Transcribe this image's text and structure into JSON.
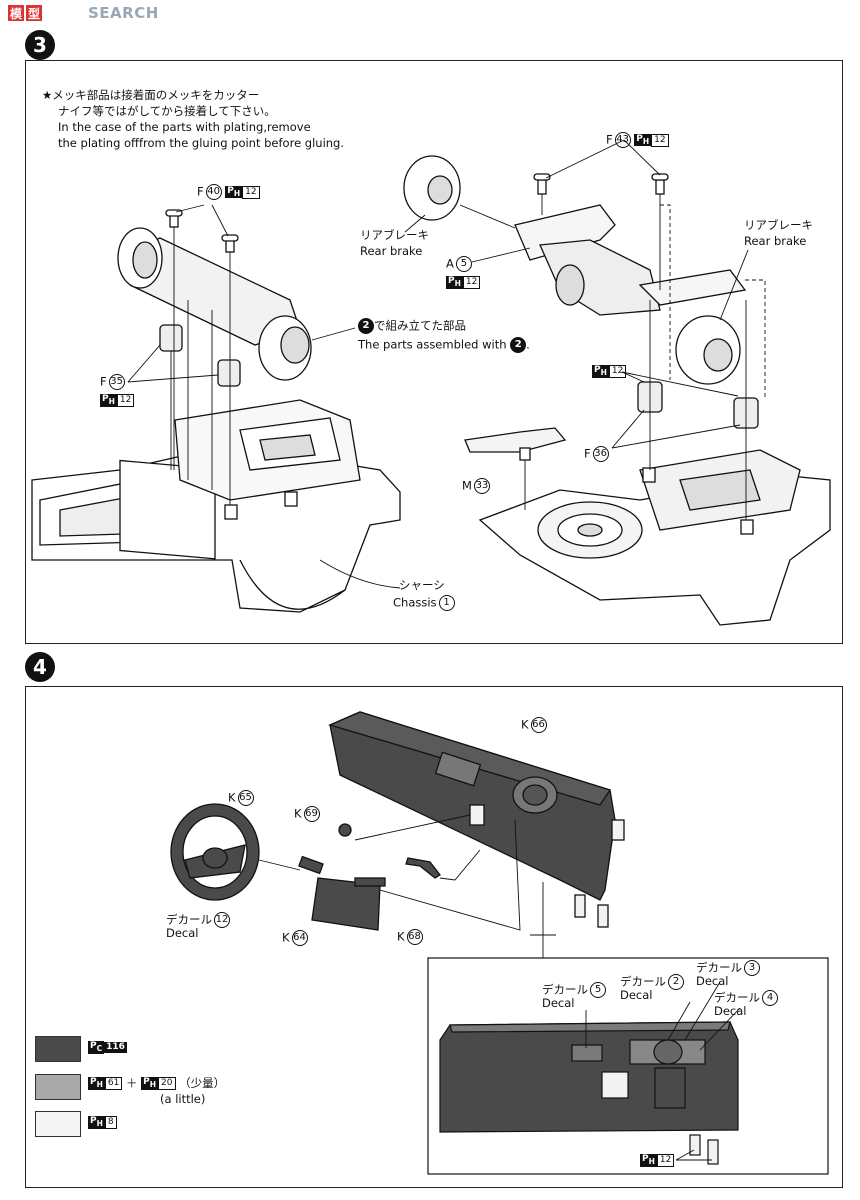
{
  "watermark": {
    "text": "SEARCH"
  },
  "step3": {
    "number": "3",
    "note_jp_1": "★メッキ部品は接着面のメッキをカッター",
    "note_jp_2": "ナイフ等ではがしてから接着して下さい。",
    "note_en_1": "In the case of the parts with plating,remove",
    "note_en_2": "the plating offfrom the gluing point before gluing.",
    "part_f40": {
      "letter": "F",
      "num": "40",
      "paint": "12"
    },
    "part_f35": {
      "letter": "F",
      "num": "35",
      "paint": "12"
    },
    "assembled_jp": "で組み立てた部品",
    "assembled_en": "The parts assembled with",
    "assembled_step": "2",
    "chassis_jp": "シャーシ",
    "chassis_en": "Chassis",
    "chassis_num": "1",
    "part_f43": {
      "letter": "F",
      "num": "43",
      "paint": "12"
    },
    "rear_brake_left_jp": "リアブレーキ",
    "rear_brake_left_en": "Rear brake",
    "rear_brake_right_jp": "リアブレーキ",
    "rear_brake_right_en": "Rear brake",
    "part_a5": {
      "letter": "A",
      "num": "5",
      "paint": "12"
    },
    "paint_f36": "12",
    "part_f36": {
      "letter": "F",
      "num": "36"
    },
    "part_m33": {
      "letter": "M",
      "num": "33"
    }
  },
  "step4": {
    "number": "4",
    "k66": {
      "letter": "K",
      "num": "66"
    },
    "k65": {
      "letter": "K",
      "num": "65"
    },
    "k69": {
      "letter": "K",
      "num": "69"
    },
    "k64": {
      "letter": "K",
      "num": "64"
    },
    "k68": {
      "letter": "K",
      "num": "68"
    },
    "decal12_jp": "デカール",
    "decal12_en": "Decal",
    "decal12_num": "12",
    "inset": {
      "decal5_jp": "デカール",
      "decal5_en": "Decal",
      "decal5_num": "5",
      "decal2_jp": "デカール",
      "decal2_en": "Decal",
      "decal2_num": "2",
      "decal3_jp": "デカール",
      "decal3_en": "Decal",
      "decal3_num": "3",
      "decal4_jp": "デカール",
      "decal4_en": "Decal",
      "decal4_num": "4",
      "paint_bottom": "12"
    },
    "legend": [
      {
        "color": "#4a4a4a",
        "label_sub": "C",
        "label_num": "116"
      },
      {
        "color": "#a9a9a9",
        "label_sub": "H",
        "label_num": "61",
        "plus": "＋",
        "label_sub2": "H",
        "label_num2": "20",
        "jp": "（少量）",
        "en": "(a little)"
      },
      {
        "color": "#f4f4f4",
        "label_sub": "H",
        "label_num": "8"
      }
    ]
  }
}
